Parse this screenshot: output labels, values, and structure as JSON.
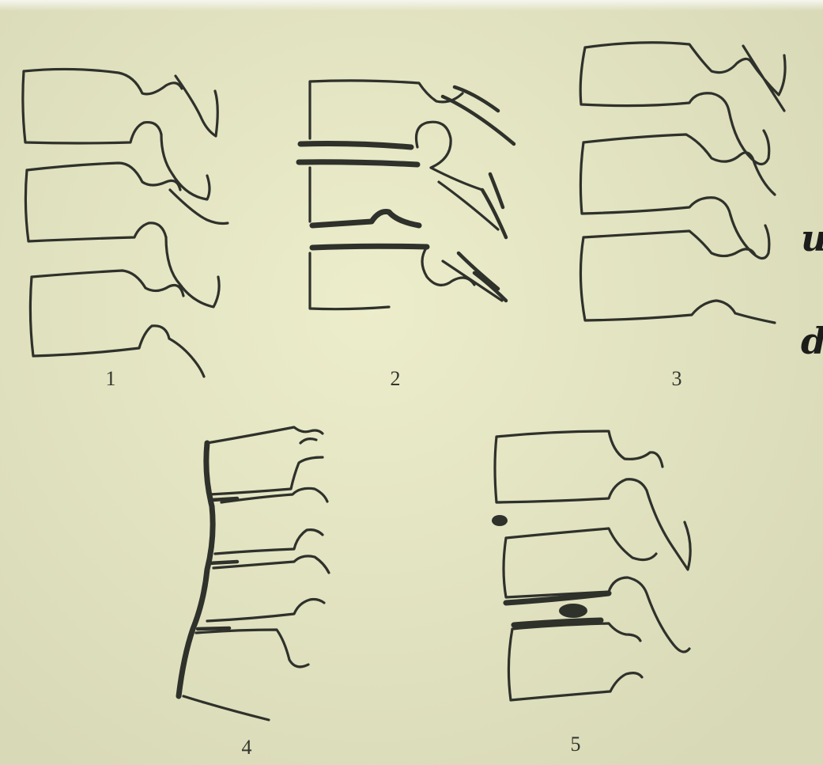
{
  "figures": [
    {
      "id": "1",
      "label": "1"
    },
    {
      "id": "2",
      "label": "2"
    },
    {
      "id": "3",
      "label": "3"
    },
    {
      "id": "4",
      "label": "4"
    },
    {
      "id": "5",
      "label": "5"
    }
  ],
  "edge_text": [
    "u",
    "d"
  ]
}
